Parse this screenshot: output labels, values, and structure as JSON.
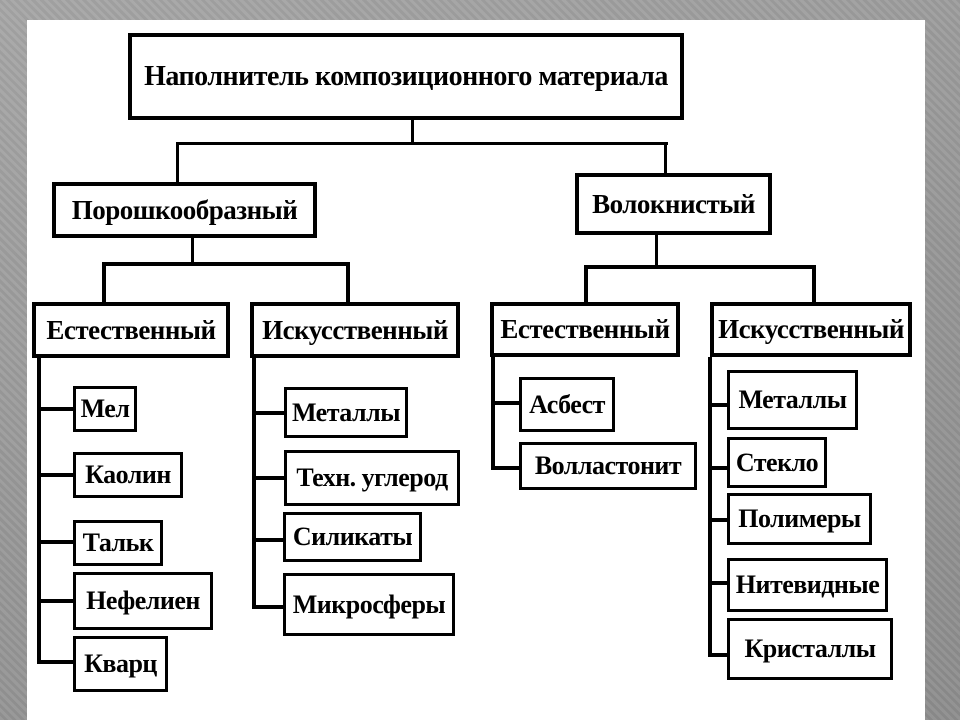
{
  "slide": {
    "background_color": "#9a9a9a",
    "canvas_color": "#ffffff",
    "line_color": "#000000"
  },
  "tree": {
    "root": "Наполнитель композиционного материала",
    "branches": [
      {
        "label": "Порошкообразный",
        "groups": [
          {
            "label": "Естественный",
            "items": [
              "Мел",
              "Каолин",
              "Тальк",
              "Нефелиен",
              "Кварц"
            ]
          },
          {
            "label": "Искусственный",
            "items": [
              "Металлы",
              "Техн. углерод",
              "Силикаты",
              "Микросферы"
            ]
          }
        ]
      },
      {
        "label": "Волокнистый",
        "groups": [
          {
            "label": "Естественный",
            "items": [
              "Асбест",
              "Волластонит"
            ]
          },
          {
            "label": "Искусственный",
            "items": [
              "Металлы",
              "Стекло",
              "Полимеры",
              "Нитевидные",
              "Кристаллы"
            ]
          }
        ]
      }
    ]
  }
}
